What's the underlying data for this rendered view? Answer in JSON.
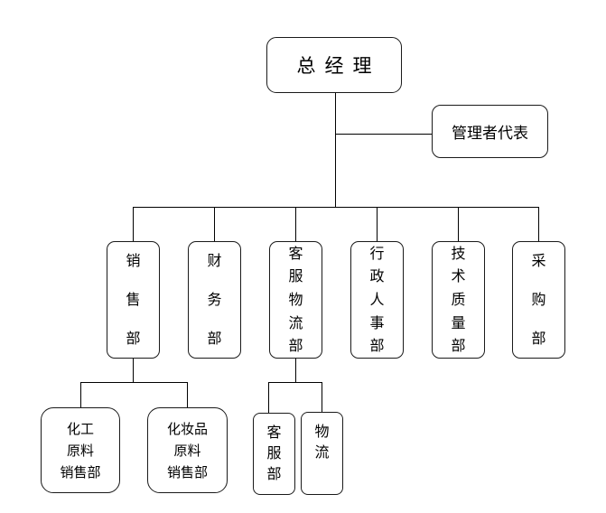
{
  "diagram": {
    "type": "org-chart",
    "root": {
      "label": "总经理"
    },
    "staff": {
      "label": "管理者代表"
    },
    "departments": [
      {
        "label": "销售部"
      },
      {
        "label": "财务部"
      },
      {
        "label": "客服物流部"
      },
      {
        "label": "行政人事部"
      },
      {
        "label": "技术质量部"
      },
      {
        "label": "采购部"
      }
    ],
    "sales_children": [
      {
        "label": "化工\n原料\n销售部"
      },
      {
        "label": "化妆品\n原料\n销售部"
      }
    ],
    "csl_children": [
      {
        "label": "客服部"
      },
      {
        "label": "物流"
      }
    ],
    "colors": {
      "line": "#000000",
      "border": "#1a1a1a",
      "background": "#ffffff",
      "text": "#000000"
    }
  }
}
